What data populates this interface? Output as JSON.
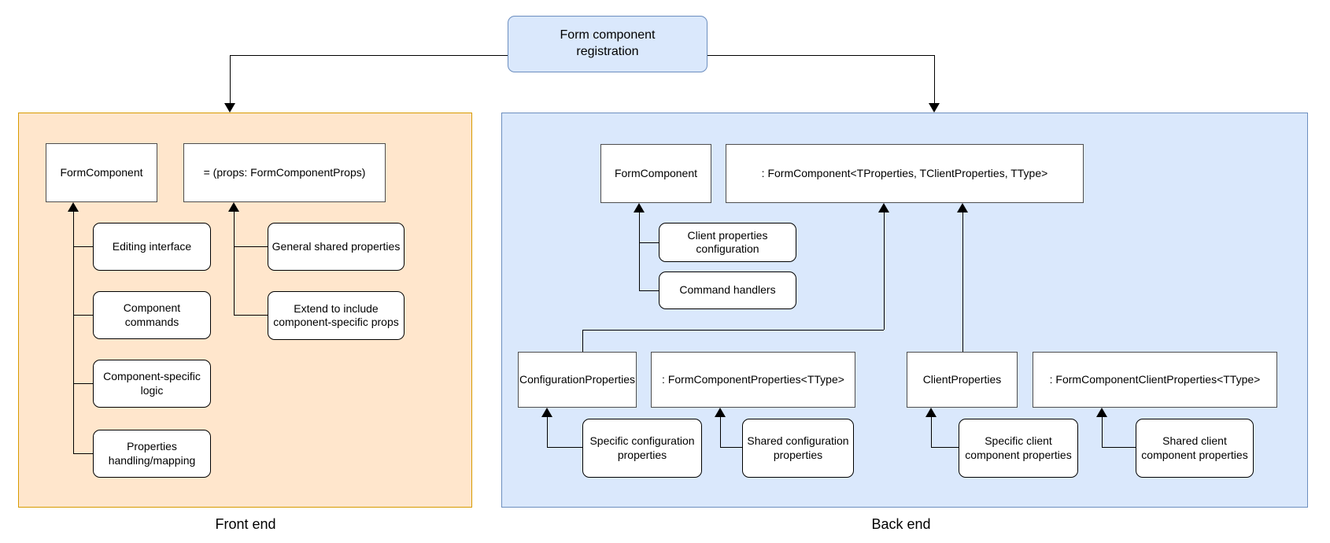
{
  "title": {
    "label": "Form component registration"
  },
  "frontend": {
    "panel_label": "Front end",
    "nodes": {
      "form_component": "FormComponent",
      "props_signature": "= (props: FormComponentProps)",
      "component_children": [
        "Editing interface",
        "Component commands",
        "Component-specific logic",
        "Properties handling/mapping"
      ],
      "props_children": [
        "General shared properties",
        "Extend to include component-specific props"
      ]
    }
  },
  "backend": {
    "panel_label": "Back end",
    "nodes": {
      "form_component": "FormComponent",
      "type_signature": ": FormComponent<TProperties, TClientProperties, TType>",
      "form_component_children": [
        "Client properties configuration",
        "Command handlers"
      ],
      "configuration_properties": "ConfigurationProperties",
      "configuration_type": ": FormComponentProperties<TType>",
      "client_properties": "ClientProperties",
      "client_type": ": FormComponentClientProperties<TType>",
      "configuration_children": [
        "Specific configuration properties",
        "Shared configuration properties"
      ],
      "client_children": [
        "Specific client component properties",
        "Shared client component properties"
      ]
    }
  },
  "colors": {
    "frontend_panel_fill": "#ffe6cc",
    "frontend_panel_border": "#d79b00",
    "backend_panel_fill": "#dae8fc",
    "backend_panel_border": "#6c8ebf",
    "title_fill": "#dae8fc",
    "title_border": "#6c8ebf",
    "node_fill": "#ffffff",
    "node_border_square": "#4d4d4d",
    "node_border_rounded": "#000000",
    "connector": "#000000",
    "text": "#000000"
  }
}
